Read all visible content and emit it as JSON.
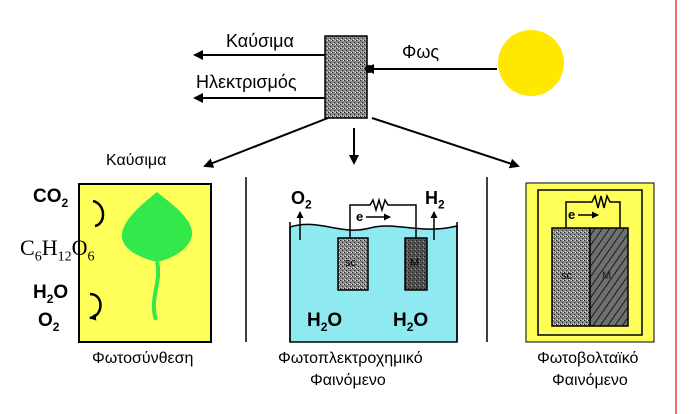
{
  "top": {
    "fuel_label": "Καύσιμα",
    "electricity_label": "Ηλεκτρισμός",
    "light_label": "Φως"
  },
  "photosynthesis": {
    "fuel_label": "Καύσιμα",
    "co2": "CO",
    "co2_sub": "2",
    "glucose_c": "C",
    "glucose_c_sub": "6",
    "glucose_h": "H",
    "glucose_h_sub": "12",
    "glucose_o": "O",
    "glucose_o_sub": "6",
    "water_h": "H",
    "water_h_sub": "2",
    "water_o": "O",
    "oxygen": "O",
    "oxygen_sub": "2",
    "caption": "Φωτοσύνθεση"
  },
  "photoelectrochemical": {
    "o2": "O",
    "o2_sub": "2",
    "h2": "H",
    "h2_sub": "2",
    "electron": "e",
    "left_electrode": "sc",
    "right_electrode": "M",
    "water_left_h": "H",
    "water_left_sub": "2",
    "water_left_o": "O",
    "water_right_h": "H",
    "water_right_sub": "2",
    "water_right_o": "O",
    "caption_line1": "Φωτοπλεκτροχημικό",
    "caption_line2": "Φαινόμενο"
  },
  "photovoltaic": {
    "electron": "e",
    "left_layer": "sc",
    "right_layer": "M",
    "caption_line1": "Φωτοβολταϊκό",
    "caption_line2": "Φαινόμενο"
  },
  "colors": {
    "sun": "#ffe800",
    "panel_yellow": "#ffff5a",
    "leaf": "#33e84a",
    "water": "#8ee9f0",
    "right_border": "#e04040"
  }
}
